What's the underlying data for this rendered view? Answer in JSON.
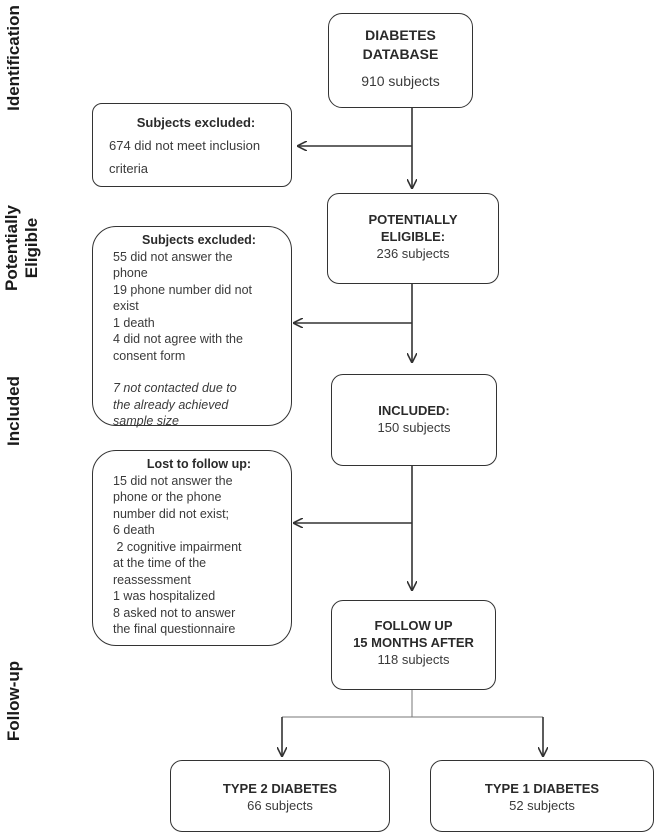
{
  "stages": {
    "identification": "Identification",
    "eligible_line1": "Potentially",
    "eligible_line2": "Eligible",
    "included": "Included",
    "followup": "Follow-up"
  },
  "boxes": {
    "database": {
      "title_line1": "DIABETES",
      "title_line2": "DATABASE",
      "count": "910 subjects"
    },
    "eligible": {
      "title_line1": "POTENTIALLY",
      "title_line2": "ELIGIBLE:",
      "count": "236 subjects"
    },
    "included": {
      "title": "INCLUDED:",
      "count": "150 subjects"
    },
    "followup": {
      "title_line1": "FOLLOW UP",
      "title_line2": "15 MONTHS AFTER",
      "count": "118 subjects"
    },
    "type2": {
      "title": "TYPE 2 DIABETES",
      "count": "66 subjects"
    },
    "type1": {
      "title": "TYPE 1 DIABETES",
      "count": "52 subjects"
    }
  },
  "exclusions": {
    "first": {
      "heading": "Subjects excluded:",
      "line1": "674 did not meet inclusion",
      "line2": "criteria"
    },
    "second": {
      "heading": "Subjects excluded:",
      "items": [
        "55 did not answer the",
        "phone",
        "19 phone number did not",
        "exist",
        "1 death",
        "4 did not agree with the",
        "consent form"
      ],
      "note": [
        "7 not contacted due to",
        "the already achieved",
        "sample size"
      ]
    },
    "third": {
      "heading": "Lost to follow up:",
      "items": [
        "15 did not answer the",
        "phone or the phone",
        "number did not exist;",
        "6 death",
        " 2 cognitive impairment",
        "at the time of the",
        "reassessment",
        "1 was hospitalized",
        "8 asked not to answer",
        "the final questionnaire"
      ]
    }
  }
}
